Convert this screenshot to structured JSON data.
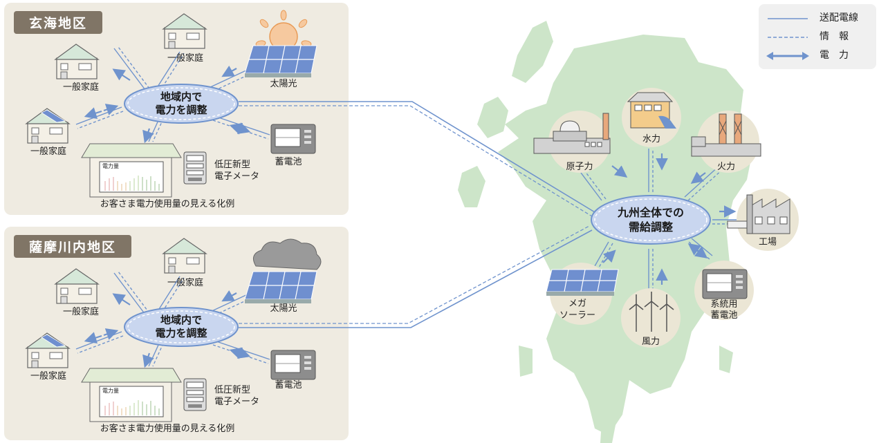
{
  "colors": {
    "panel": "#efebe1",
    "label_bg": "#807566",
    "line": "#6f93cd",
    "hub_fill": "#c9d6ef",
    "map": "#cde5c9",
    "icon_bg": "#ebe6d5"
  },
  "legend": {
    "line1": "送配電線",
    "line2": "情　報",
    "line3": "電　力"
  },
  "genkai": {
    "title": "玄海地区",
    "hub": {
      "line1": "地域内で",
      "line2": "電力を調整"
    },
    "house_top": "一般家庭",
    "house_left": "一般家庭",
    "house_bottom": "一般家庭",
    "solar": "太陽光",
    "battery": "蓄電池",
    "meter": {
      "line1": "低圧新型",
      "line2": "電子メータ"
    },
    "display_screen": "電力量",
    "display_caption": "お客さま電力使用量の見える化例"
  },
  "satsuma": {
    "title": "薩摩川内地区",
    "hub": {
      "line1": "地域内で",
      "line2": "電力を調整"
    },
    "house_top": "一般家庭",
    "house_left": "一般家庭",
    "house_bottom": "一般家庭",
    "solar": "太陽光",
    "battery": "蓄電池",
    "meter": {
      "line1": "低圧新型",
      "line2": "電子メータ"
    },
    "display_screen": "電力量",
    "display_caption": "お客さま電力使用量の見える化例"
  },
  "kyushu": {
    "hub": {
      "line1": "九州全体での",
      "line2": "需給調整"
    },
    "nuclear": "原子力",
    "hydro": "水力",
    "thermal": "火力",
    "factory": "工場",
    "mega": {
      "line1": "メガ",
      "line2": "ソーラー"
    },
    "wind": "風力",
    "grid_battery": {
      "line1": "系統用",
      "line2": "蓄電池"
    }
  }
}
